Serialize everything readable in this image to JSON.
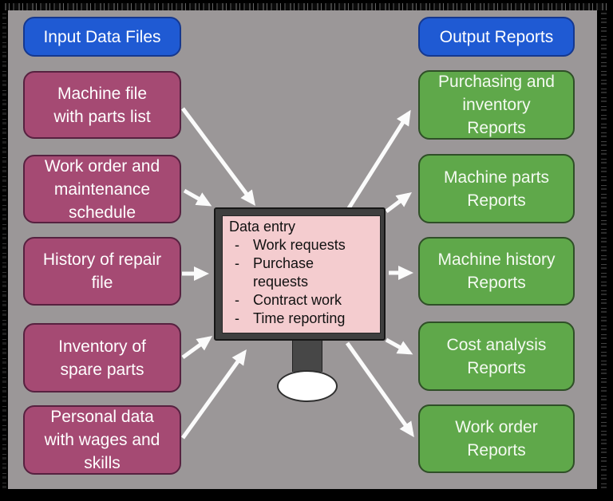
{
  "headers": {
    "input": "Input Data Files",
    "output": "Output Reports"
  },
  "inputs": [
    {
      "label": "Machine file\nwith parts list"
    },
    {
      "label": "Work order and\nmaintenance\nschedule"
    },
    {
      "label": "History of repair\nfile"
    },
    {
      "label": "Inventory of\nspare parts"
    },
    {
      "label": "Personal data\nwith wages and\nskills"
    }
  ],
  "monitor": {
    "title": "Data entry",
    "bullet": "-",
    "items": [
      "Work requests",
      "Purchase requests",
      "Contract work",
      "Time reporting"
    ]
  },
  "outputs": [
    {
      "label": "Purchasing and\ninventory\nReports"
    },
    {
      "label": "Machine parts\nReports"
    },
    {
      "label": "Machine history\nReports"
    },
    {
      "label": "Cost analysis\nReports"
    },
    {
      "label": "Work order\nReports"
    }
  ],
  "colors": {
    "background_gray": "#9b9798",
    "outer_frame": "#000000",
    "header_blue": "#1f5ad3",
    "input_maroon": "#a54a73",
    "output_green": "#5fa84a",
    "monitor_frame_gray": "#3f3f3f",
    "monitor_screen_pink": "#f4cccf",
    "arrow_white": "#fbfbfb"
  }
}
